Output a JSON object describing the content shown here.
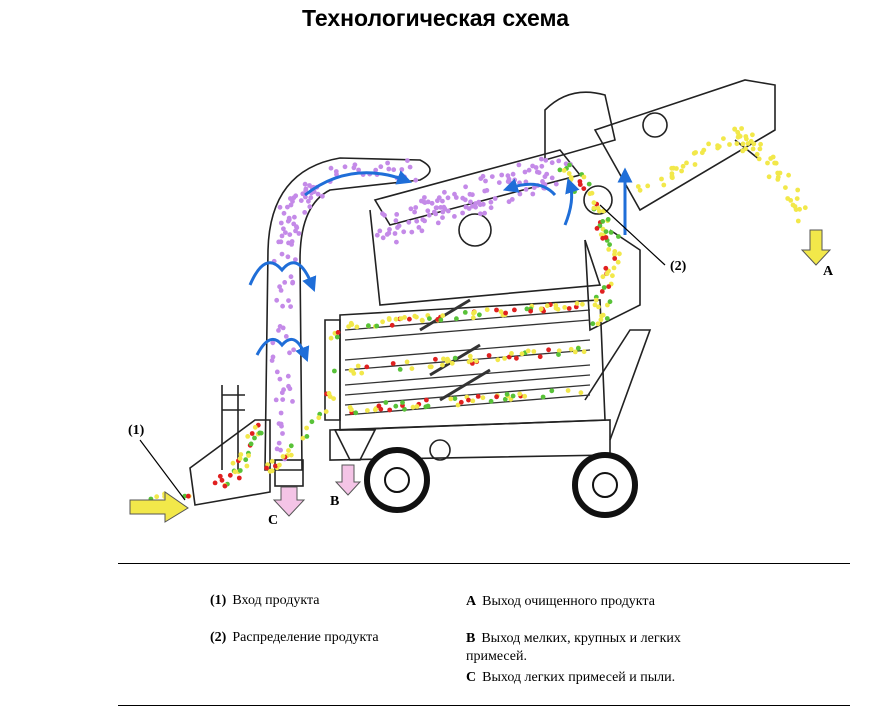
{
  "title": "Технологическая схема",
  "callouts": {
    "inlet": "(1)",
    "distribution": "(2)",
    "out_a": "A",
    "out_b": "B",
    "out_c": "C"
  },
  "legend": [
    {
      "key": "(1)",
      "text": "Вход продукта"
    },
    {
      "key": "(2)",
      "text": "Распределение продукта"
    },
    {
      "key": "A",
      "text": "Выход очищенного продукта"
    },
    {
      "key": "B",
      "text": "Выход мелких, крупных и легких",
      "text2": "примесей."
    },
    {
      "key": "C",
      "text": "Выход легких примесей и пыли."
    }
  ],
  "colors": {
    "clean_grain": "#f2e84a",
    "green_grain": "#58c238",
    "red_impurity": "#e02020",
    "dust": "#c48ae8",
    "air_arrow": "#1f6ed8",
    "outline": "#222222"
  }
}
